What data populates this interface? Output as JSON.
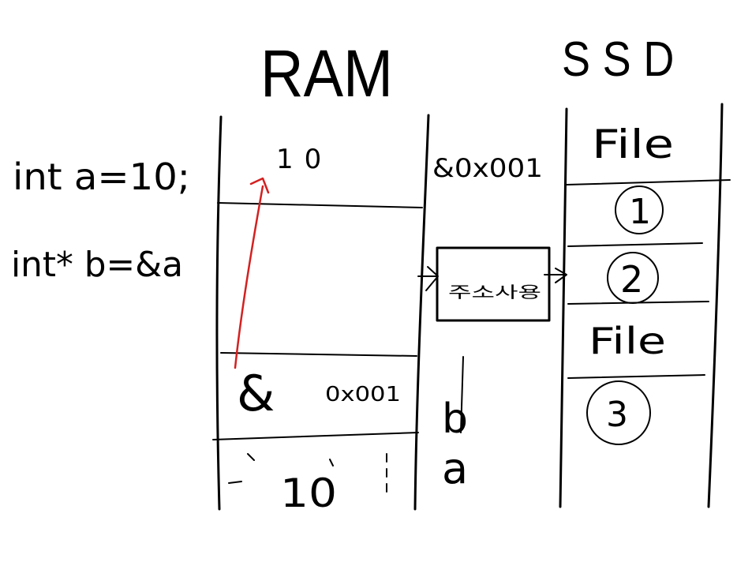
{
  "titles": {
    "ram": "RAM",
    "ssd": "SSD"
  },
  "code": {
    "line1": "int a=10;",
    "line2": "int* b=&a"
  },
  "ram": {
    "cell1": "10",
    "cell3_symbol": "&",
    "cell3_addr": "0x001",
    "cell4": "10"
  },
  "labels": {
    "addr": "&0x001",
    "b": "b",
    "a": "a"
  },
  "box": {
    "text": "주소사용"
  },
  "ssd": {
    "slot1": "File",
    "slot2": "1",
    "slot3": "2",
    "slot4": "File",
    "slot5": "3"
  },
  "colors": {
    "ink": "#000000",
    "pointer_arrow": "#d42020",
    "background": "#ffffff"
  }
}
